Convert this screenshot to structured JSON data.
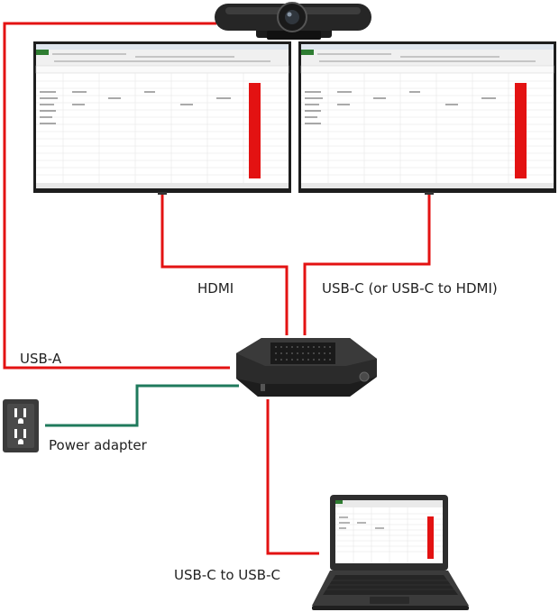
{
  "labels": {
    "hdmi": "HDMI",
    "usb_c_monitor": "USB-C (or USB-C to HDMI)",
    "usb_a": "USB-A",
    "power": "Power adapter",
    "usb_c_laptop": "USB-C to USB-C"
  },
  "colors": {
    "cable": "#e31212",
    "power_cable": "#1f7a5c",
    "device": "#2b2b2b",
    "spreadsheet_highlight": "#e31212"
  },
  "icons": {
    "camera": "conference-camera-icon",
    "monitor_left": "monitor-icon",
    "monitor_right": "monitor-icon",
    "hub": "room-hub-icon",
    "outlet": "power-outlet-icon",
    "laptop": "laptop-icon"
  }
}
